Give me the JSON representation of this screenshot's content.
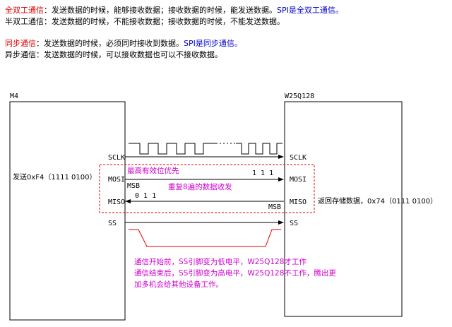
{
  "intro": {
    "full_duplex": {
      "term": "全双工通信",
      "text": "：发送数据的时候，能够接收数据；接收数据的时候，能发送数据。",
      "note": "SPI是全双工通信。"
    },
    "half_duplex": {
      "term": "半双工通信",
      "text": "：发送数据的时候，不能接收数据；接收数据的时候，不能发送数据。"
    },
    "sync": {
      "term": "同步通信",
      "text": "：发送数据的时候，必须同时接收到数据。",
      "note": "SPI是同步通信。"
    },
    "async": {
      "term": "异步通信",
      "text": "：发送数据的时候，可以接收数据也可以不接收数据。"
    }
  },
  "diagram": {
    "master": {
      "name": "M4",
      "send_label": "发送0xF4（1111 0100）"
    },
    "slave": {
      "name": "W25Q128",
      "return_label": "返回存储数据，0x74（0111 0100）"
    },
    "signals": {
      "sclk": "SCLK",
      "mosi": "MOSI",
      "miso": "MISO",
      "ss": "SS"
    },
    "mosi_note": "最高有效位优先",
    "mosi_bits": "1 1 1",
    "msb": "MSB",
    "repeat_note": "重复8遍的数据收发",
    "miso_bits": "0 1 1",
    "ss_notes": [
      "通信开始前，SS引脚变为低电平，W25Q128才工作",
      "通信结束后，SS引脚变为高电平，W25Q128不工作，腾出更",
      "加多机会给其他设备工作。"
    ],
    "colors": {
      "red": "#e00000",
      "blue": "#0000cc",
      "magenta": "#d000d0",
      "line": "#000000"
    }
  }
}
